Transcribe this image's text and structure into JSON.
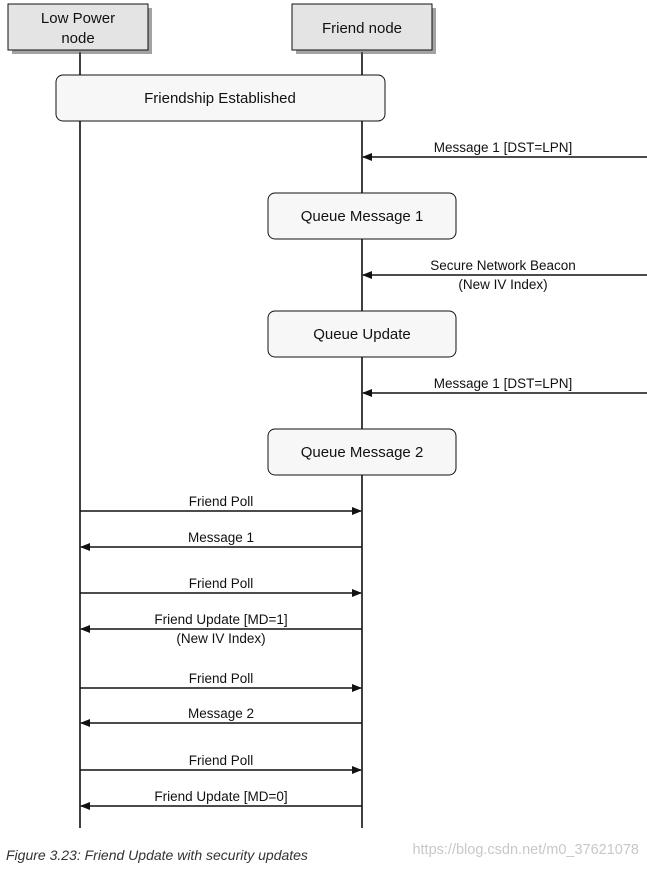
{
  "nodes": {
    "lpn": {
      "label_line1": "Low Power",
      "label_line2": "node"
    },
    "friend": {
      "label": "Friend node"
    }
  },
  "process_boxes": {
    "friendship_established": "Friendship Established",
    "queue_message_1": "Queue Message 1",
    "queue_update": "Queue Update",
    "queue_message_2": "Queue Message 2"
  },
  "messages": {
    "incoming_message_1": "Message 1 [DST=LPN]",
    "secure_beacon_line1": "Secure Network Beacon",
    "secure_beacon_line2": "(New IV Index)",
    "incoming_message_1_again": "Message 1 [DST=LPN]",
    "friend_poll_1": "Friend Poll",
    "message_1": "Message 1",
    "friend_poll_2": "Friend Poll",
    "friend_update_md1_line1": "Friend Update [MD=1]",
    "friend_update_md1_line2": "(New IV Index)",
    "friend_poll_3": "Friend Poll",
    "message_2": "Message 2",
    "friend_poll_4": "Friend Poll",
    "friend_update_md0": "Friend Update [MD=0]"
  },
  "caption": "Figure 3.23: Friend Update with security updates",
  "watermark": "https://blog.csdn.net/m0_37621078",
  "colors": {
    "node_fill": "#e4e4e4",
    "box_fill": "#f7f7f7",
    "stroke": "#111111",
    "shadow": "#555555"
  }
}
